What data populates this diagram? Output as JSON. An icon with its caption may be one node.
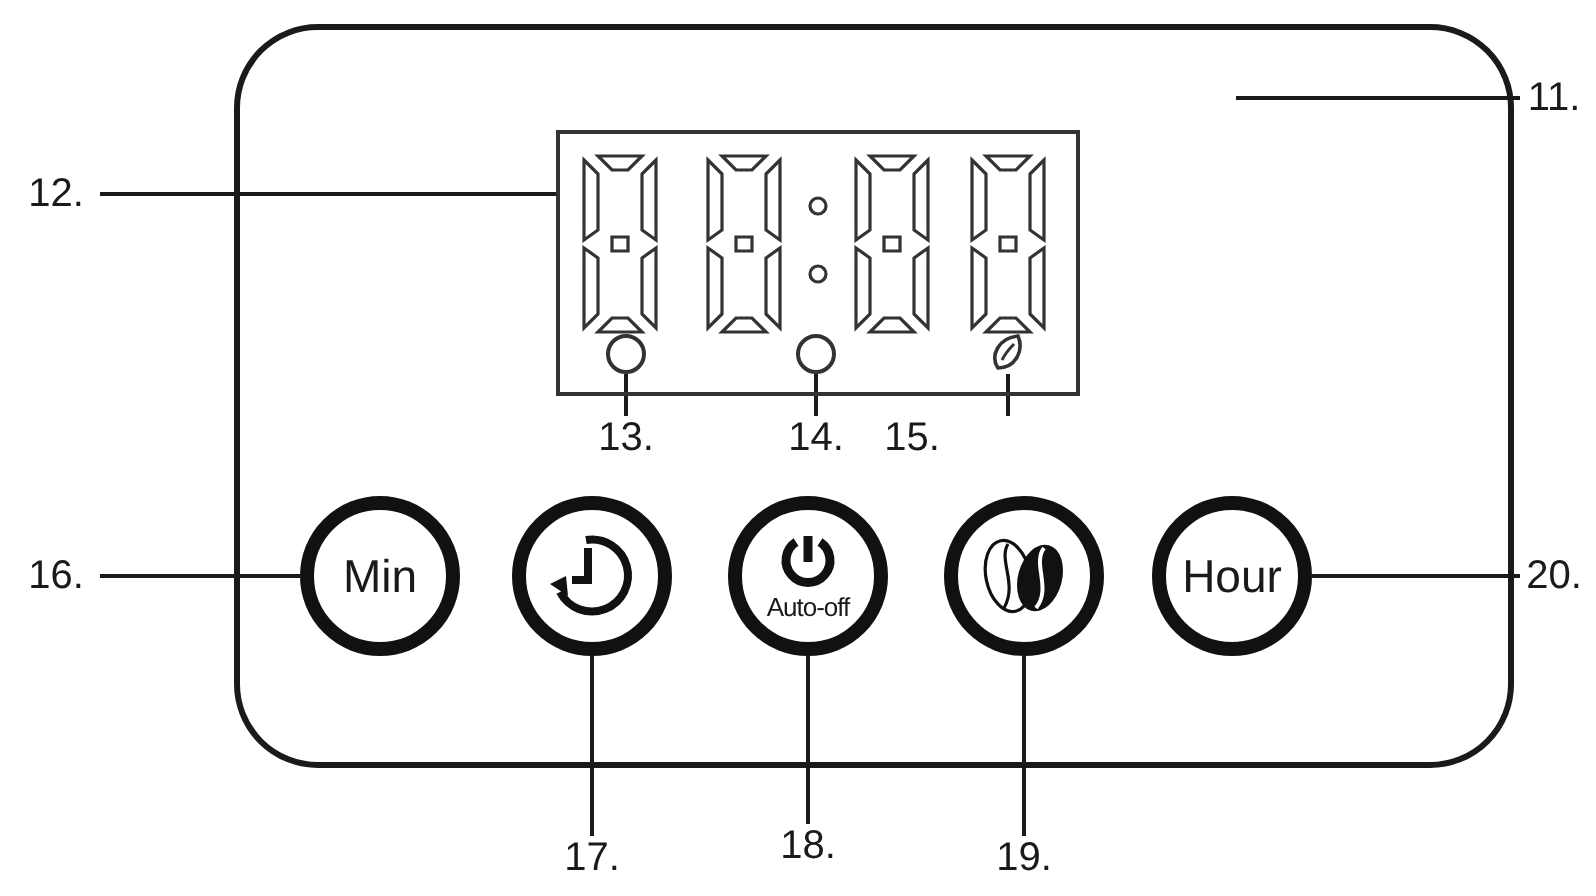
{
  "diagram": {
    "nodes": [
      {
        "text": [],
        "shape": "box"
      },
      {
        "text": [],
        "shape": "box",
        "in": 0
      },
      {
        "text": [],
        "shape": "circle",
        "in": 1
      },
      {
        "text": [],
        "shape": "circle",
        "in": 1
      },
      {
        "text": [],
        "shape": "leaf",
        "in": 1
      },
      {
        "text": [
          "Min"
        ],
        "in": 0
      },
      {
        "text": [],
        "shape": "circle",
        "in": 0
      },
      {
        "text": [
          "Auto-off"
        ],
        "in": 0
      },
      {
        "text": [],
        "shape": "circle",
        "in": 0
      },
      {
        "text": [
          "Hour"
        ],
        "in": 0
      },
      {
        "text": [
          "11."
        ]
      },
      {
        "text": [
          "12."
        ]
      },
      {
        "text": [
          "13."
        ],
        "in": 0
      },
      {
        "text": [
          "14."
        ],
        "in": 0
      },
      {
        "text": [
          "15."
        ],
        "in": 0
      },
      {
        "text": [
          "16."
        ]
      },
      {
        "text": [
          "17."
        ]
      },
      {
        "text": [
          "18."
        ]
      },
      {
        "text": [
          "19."
        ]
      },
      {
        "text": [
          "20."
        ]
      }
    ],
    "edges": [
      {
        "from": 10,
        "to": 0,
        "arrow": "none"
      },
      {
        "from": 11,
        "to": 1,
        "arrow": "none"
      },
      {
        "from": 12,
        "to": 2,
        "arrow": "none"
      },
      {
        "from": 13,
        "to": 3,
        "arrow": "none"
      },
      {
        "from": 14,
        "to": 4,
        "arrow": "none"
      },
      {
        "from": 15,
        "to": 5,
        "arrow": "none"
      },
      {
        "from": 16,
        "to": 6,
        "arrow": "none"
      },
      {
        "from": 17,
        "to": 7,
        "arrow": "none"
      },
      {
        "from": 18,
        "to": 8,
        "arrow": "none"
      },
      {
        "from": 19,
        "to": 9,
        "arrow": "none"
      }
    ]
  }
}
